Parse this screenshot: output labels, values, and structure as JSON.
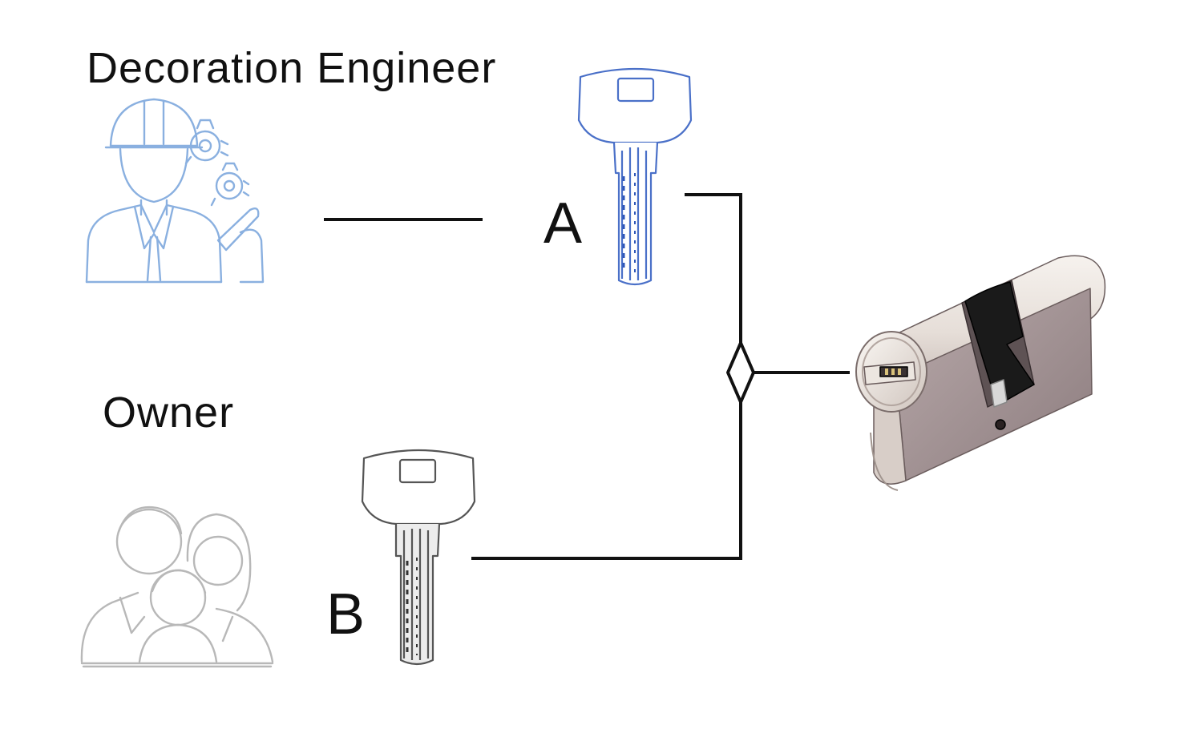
{
  "roles": {
    "engineer": {
      "label": "Decoration Engineer"
    },
    "owner": {
      "label": "Owner"
    }
  },
  "keys": {
    "a": {
      "label": "A"
    },
    "b": {
      "label": "B"
    }
  },
  "colors": {
    "engineer_stroke": "#8ab0e0",
    "owner_stroke": "#b8b8b8",
    "key_a_stroke": "#4a70c8",
    "key_b_stroke": "#555555",
    "line": "#111111",
    "cylinder_body": "#a89a9c",
    "cylinder_highlight": "#f4f0ec",
    "cam": "#1a1a1a"
  },
  "icons": {
    "engineer": "engineer-icon",
    "owner": "family-icon",
    "key_a": "key-icon",
    "key_b": "key-icon",
    "cylinder": "lock-cylinder-icon"
  }
}
